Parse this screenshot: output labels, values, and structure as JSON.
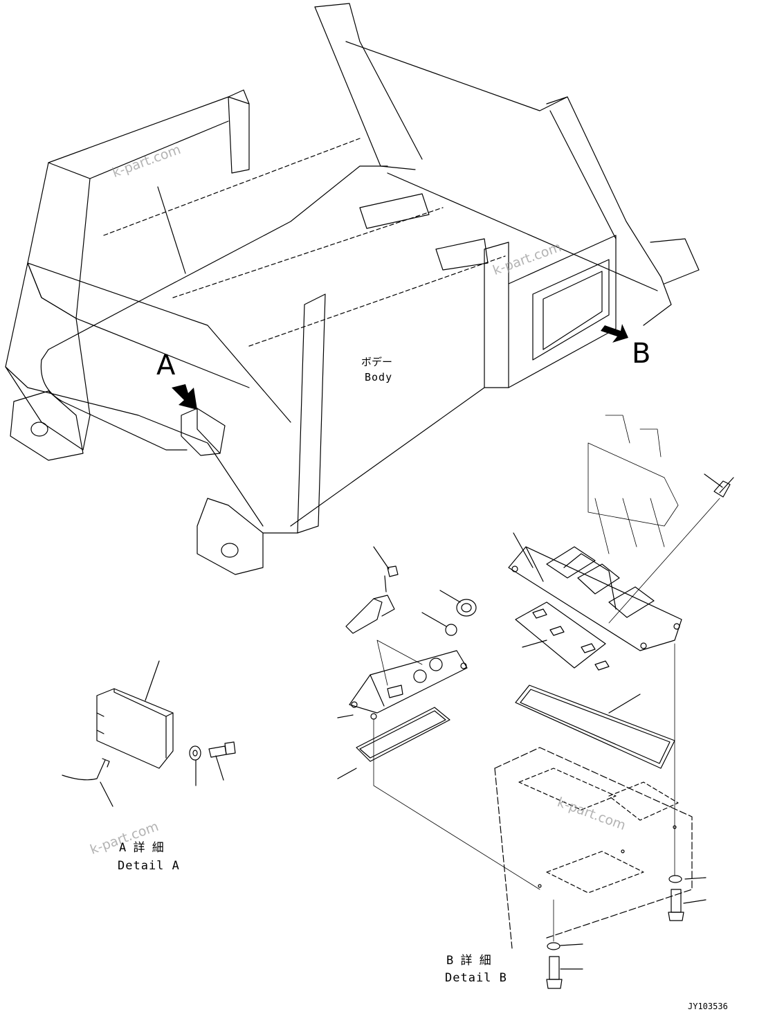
{
  "labels": {
    "view_a": "A",
    "view_b": "B",
    "body_jp": "ボデー",
    "body_en": "Body",
    "detail_a_jp": "A 詳 細",
    "detail_a_en": "Detail A",
    "detail_b_jp": "B 詳 細",
    "detail_b_en": "Detail B",
    "drawing_no": "JY103536"
  },
  "watermarks": [
    "k-part.com",
    "k-part.com",
    "k-part.com",
    "k-part.com"
  ],
  "icons": {
    "view_arrow": "arrow-icon",
    "bolt": "bolt-icon",
    "washer": "washer-icon"
  },
  "colors": {
    "line": "#000000",
    "watermark": "#9a9a9a"
  }
}
